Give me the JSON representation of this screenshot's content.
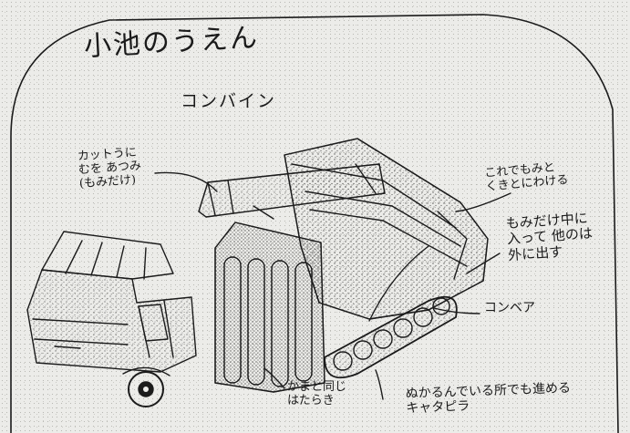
{
  "title": "小池のうえん",
  "machine_name": "コンバイン",
  "annotations": {
    "cutter": [
      "カットうに",
      "むを あつみ",
      "(もみだけ)"
    ],
    "thresh": [
      "これでもみと",
      "くきとにわける"
    ],
    "sort": [
      "もみだけ中に",
      "入って 他のは",
      "外に出す"
    ],
    "conveyor": "コンベア",
    "sickle": [
      "かまと同じ",
      "はたらき"
    ],
    "crawler": [
      "ぬかるんでいる所でも進める",
      "キャタピラ"
    ]
  },
  "ink_color": "#1b1b1b",
  "paper_color": "#ecece9"
}
